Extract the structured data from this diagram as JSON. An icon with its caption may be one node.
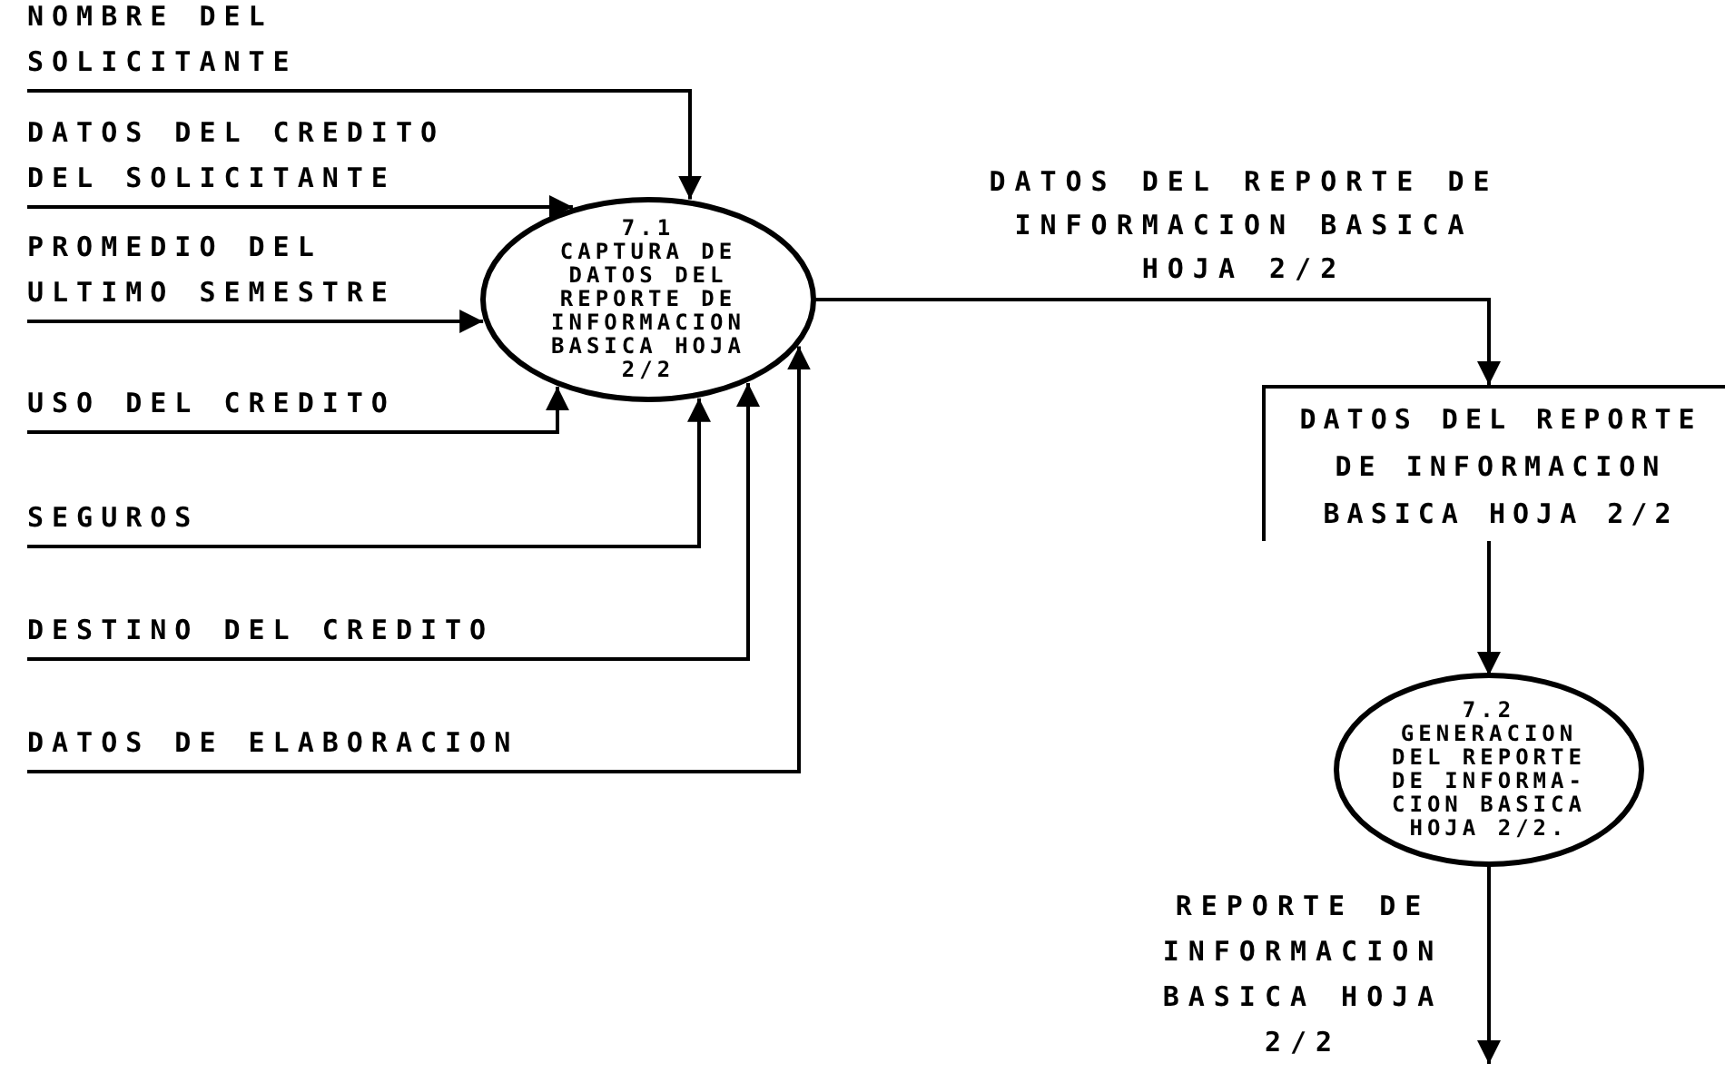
{
  "diagram": {
    "nodes": [
      {
        "text": [
          "NOMBRE DEL SOLICITANTE"
        ]
      },
      {
        "text": [
          "DATOS DEL CREDITO DEL SOLICITANTE"
        ]
      },
      {
        "text": [
          "PROMEDIO DEL ULTIMO SEMESTRE"
        ]
      },
      {
        "text": [
          "USO DEL CREDITO"
        ]
      },
      {
        "text": [
          "SEGUROS"
        ]
      },
      {
        "text": [
          "DESTINO DEL CREDITO"
        ]
      },
      {
        "text": [
          "DATOS DE ELABORACION"
        ]
      },
      {
        "text": [
          "7.1",
          "CAPTURA DE DATOS DEL REPORTE DE INFORMACION BASICA HOJA 2/2"
        ]
      },
      {
        "text": [
          "DATOS DEL REPORTE DE INFORMACION BASICA HOJA 2/2"
        ]
      },
      {
        "text": [
          "7.2",
          "GENERACION DEL REPORTE DE INFORMA- CION BASICA HOJA 2/2."
        ]
      }
    ],
    "edges": [
      {
        "from": 0,
        "to": 7,
        "arrow": "to"
      },
      {
        "from": 1,
        "to": 7,
        "arrow": "to"
      },
      {
        "from": 2,
        "to": 7,
        "arrow": "to"
      },
      {
        "from": 3,
        "to": 7,
        "arrow": "to"
      },
      {
        "from": 4,
        "to": 7,
        "arrow": "to"
      },
      {
        "from": 5,
        "to": 7,
        "arrow": "to"
      },
      {
        "from": 6,
        "to": 7,
        "arrow": "to"
      },
      {
        "from": 7,
        "to": 8,
        "arrow": "to",
        "label": "DATOS DEL REPORTE DE INFORMACION BASICA HOJA 2/2"
      },
      {
        "from": 8,
        "to": 9,
        "arrow": "to"
      },
      {
        "from": 9,
        "to": null,
        "arrow": "to",
        "label": "REPORTE DE INFORMACION BASICA HOJA 2/2"
      }
    ]
  }
}
